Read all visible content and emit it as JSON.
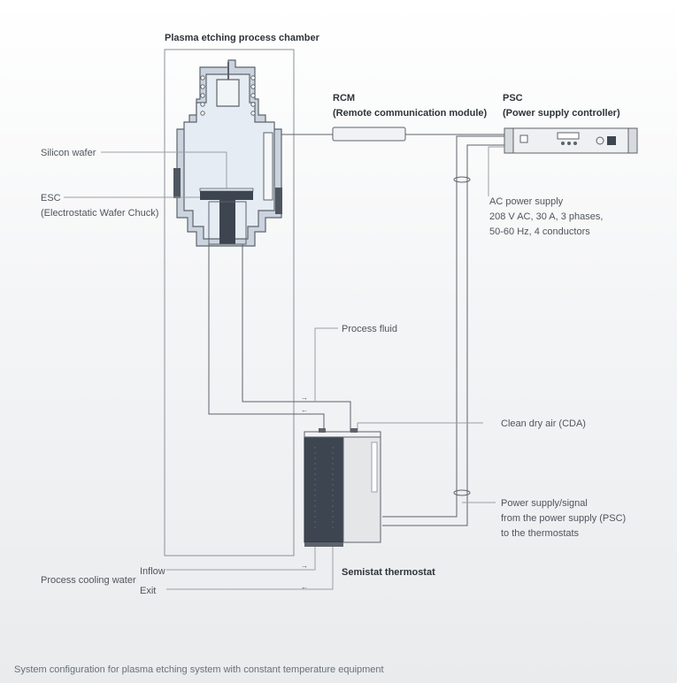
{
  "labels": {
    "chamber_title": "Plasma etching process chamber",
    "rcm_title": "RCM",
    "rcm_sub": "(Remote communication module)",
    "psc_title": "PSC",
    "psc_sub": "(Power supply controller)",
    "silicon_wafer": "Silicon wafer",
    "esc_title": "ESC",
    "esc_sub": "(Electrostatic Wafer Chuck)",
    "ac_line1": "AC power supply",
    "ac_line2": "208 V AC, 30 A, 3 phases,",
    "ac_line3": "50-60 Hz, 4 conductors",
    "process_fluid": "Process fluid",
    "clean_dry_air": "Clean dry air (CDA)",
    "power_signal_line1": "Power supply/signal",
    "power_signal_line2": "from the power supply (PSC)",
    "power_signal_line3": "to the thermostats",
    "inflow": "Inflow",
    "exit": "Exit",
    "process_cooling_water": "Process cooling water",
    "thermostat": "Semistat thermostat"
  },
  "caption": "System configuration for plasma etching system with constant temperature equipment",
  "colors": {
    "line": "#5d636b",
    "chamber_fill": "#e1e8f0",
    "component_dark": "#3d4650",
    "component_light": "#e4e6e8",
    "guide_line": "#9aa0a7"
  }
}
